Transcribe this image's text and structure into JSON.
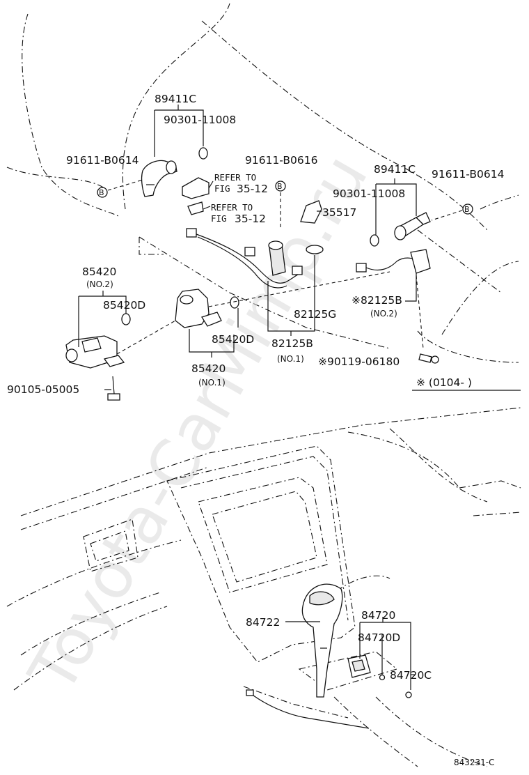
{
  "diagram": {
    "watermark": "Toyota-CarMimp.ru",
    "figure_code": "843231-C",
    "date_note": "※ (0104-        )"
  },
  "labels": {
    "p89411C_a": "89411C",
    "p90301_a": "90301-11008",
    "p91611_b0614_a": "91611-B0614",
    "p91611_b0616": "91611-B0616",
    "refer1": "REFER TO",
    "fig1": "FIG",
    "fig1num": "35-12",
    "refer2": "REFER TO",
    "fig2": "FIG",
    "fig2num": "35-12",
    "p89411C_b": "89411C",
    "p91611_b0614_b": "91611-B0614",
    "p90301_b": "90301-11008",
    "p35517": "35517",
    "p85420_top": "85420",
    "p85420_top_no": "(NO.2)",
    "p85420D_a": "85420D",
    "p82125G": "82125G",
    "p82125B_mark": "※82125B",
    "p82125B_no2": "(NO.2)",
    "p85420D_b": "85420D",
    "p82125B": "82125B",
    "p82125B_no1": "(NO.1)",
    "p90119": "※90119-06180",
    "p85420_bot": "85420",
    "p85420_bot_no": "(NO.1)",
    "p90105": "90105-05005",
    "p84722": "84722",
    "p84720": "84720",
    "p84720D": "84720D",
    "p84720C": "84720C"
  }
}
